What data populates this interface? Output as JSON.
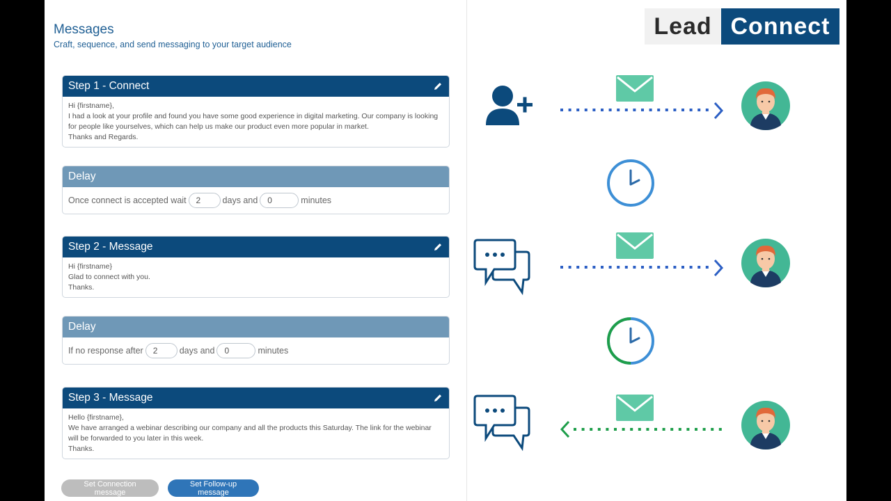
{
  "header": {
    "title": "Messages",
    "subtitle": "Craft, sequence, and send messaging to your target audience"
  },
  "step1": {
    "title": "Step 1 - Connect",
    "lines": [
      "Hi {firstname},",
      "I had a look at your profile and found you have some good experience in digital marketing. Our company is looking",
      "for people like yourselves, which can help us make our product even more popular in market.",
      "Thanks and Regards."
    ]
  },
  "delay1": {
    "title": "Delay",
    "prefix": "Once connect is accepted wait",
    "days": "2",
    "mid": "days and",
    "minutes": "0",
    "suffix": "minutes"
  },
  "step2": {
    "title": "Step 2 - Message",
    "lines": [
      "Hi {firstname}",
      "Glad to connect with you.",
      "Thanks."
    ]
  },
  "delay2": {
    "title": "Delay",
    "prefix": "If no response after",
    "days": "2",
    "mid": "days and",
    "minutes": "0",
    "suffix": "minutes"
  },
  "step3": {
    "title": "Step 3 - Message",
    "lines": [
      "Hello {firstname},",
      "We have arranged a webinar describing our company and all the products this Saturday. The link for the webinar",
      "will be forwarded to you later in this week.",
      "Thanks."
    ]
  },
  "buttons": {
    "connection": "Set Connection message",
    "followup": "Set Follow-up message"
  },
  "logo": {
    "part1": "Lead",
    "part2": "Connect"
  },
  "icons": [
    "pencil-icon",
    "add-user-icon",
    "envelope-icon",
    "avatar-icon",
    "clock-icon",
    "chat-icon",
    "arrow-right-icon",
    "arrow-left-icon"
  ],
  "colors": {
    "step_header": "#0c4a7c",
    "delay_header": "#6f98b7",
    "envelope": "#5fc9a6",
    "avatar_bg": "#43b795",
    "dots_blue": "#2c5fc4",
    "dots_green": "#1e9e4a"
  }
}
